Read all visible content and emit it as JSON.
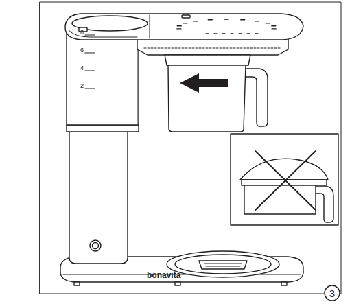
{
  "diagram": {
    "labels": [
      "8",
      "6",
      "4",
      "2",
      "bonavita",
      "3"
    ]
  }
}
